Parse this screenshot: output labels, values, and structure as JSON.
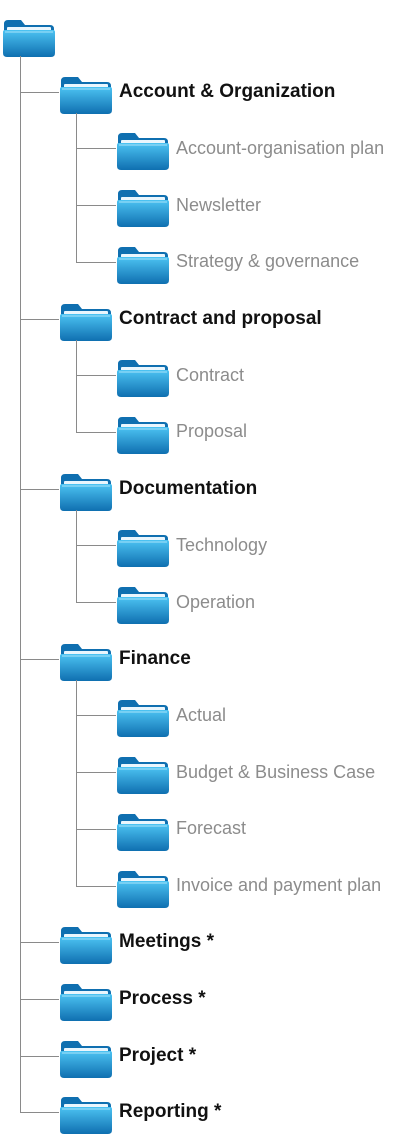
{
  "icon": "folder-icon",
  "colors": {
    "folder_light": "#4cc3f2",
    "folder_dark": "#0f6fb0",
    "connector": "#8a8a8a"
  },
  "root": {
    "label": ""
  },
  "tree": [
    {
      "label": "Account & Organization",
      "children": [
        {
          "label": "Account-organisation plan"
        },
        {
          "label": "Newsletter"
        },
        {
          "label": "Strategy & governance"
        }
      ]
    },
    {
      "label": "Contract and proposal",
      "children": [
        {
          "label": "Contract"
        },
        {
          "label": "Proposal"
        }
      ]
    },
    {
      "label": "Documentation",
      "children": [
        {
          "label": "Technology"
        },
        {
          "label": "Operation"
        }
      ]
    },
    {
      "label": "Finance",
      "children": [
        {
          "label": "Actual"
        },
        {
          "label": "Budget & Business Case"
        },
        {
          "label": "Forecast"
        },
        {
          "label": "Invoice and payment plan"
        }
      ]
    },
    {
      "label": "Meetings *",
      "children": []
    },
    {
      "label": "Process *",
      "children": []
    },
    {
      "label": "Project *",
      "children": []
    },
    {
      "label": "Reporting *",
      "children": []
    }
  ]
}
